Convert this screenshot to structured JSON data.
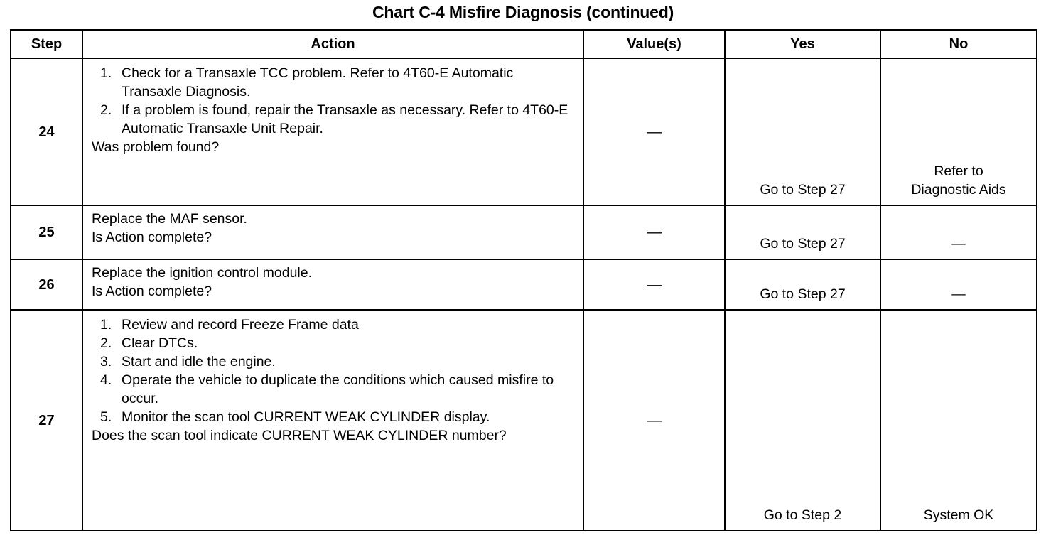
{
  "document": {
    "title": "Chart C-4 Misfire Diagnosis (continued)"
  },
  "table": {
    "columns": [
      {
        "key": "step",
        "label": "Step"
      },
      {
        "key": "action",
        "label": "Action"
      },
      {
        "key": "value",
        "label": "Value(s)"
      },
      {
        "key": "yes",
        "label": "Yes"
      },
      {
        "key": "no",
        "label": "No"
      }
    ],
    "rows": [
      {
        "step": "24",
        "action_items": [
          {
            "num": "1.",
            "text": "Check for a Transaxle TCC problem. Refer to 4T60-E Automatic Transaxle Diagnosis."
          },
          {
            "num": "2.",
            "text": "If a problem is found, repair the Transaxle as necessary. Refer to 4T60-E Automatic Transaxle Unit Repair."
          }
        ],
        "question": "Was problem found?",
        "value": "—",
        "yes": "Go to Step 27",
        "no": "Refer to\nDiagnostic Aids"
      },
      {
        "step": "25",
        "action_items": [],
        "statement": "Replace the MAF sensor.",
        "question": "Is Action complete?",
        "value": "—",
        "yes": "Go to Step 27",
        "no": "—"
      },
      {
        "step": "26",
        "action_items": [],
        "statement": "Replace the ignition control module.",
        "question": "Is Action complete?",
        "value": "—",
        "yes": "Go to Step 27",
        "no": "—"
      },
      {
        "step": "27",
        "action_items": [
          {
            "num": "1.",
            "text": "Review and record Freeze Frame data"
          },
          {
            "num": "2.",
            "text": "Clear DTCs."
          },
          {
            "num": "3.",
            "text": "Start and idle the engine."
          },
          {
            "num": "4.",
            "text": "Operate the vehicle to duplicate the conditions which caused misfire to occur."
          },
          {
            "num": "5.",
            "text": "Monitor the scan tool CURRENT WEAK CYLINDER display."
          }
        ],
        "question": "Does the scan tool indicate CURRENT WEAK CYLINDER number?",
        "value": "—",
        "yes": "Go to Step 2",
        "no": "System OK"
      }
    ]
  }
}
